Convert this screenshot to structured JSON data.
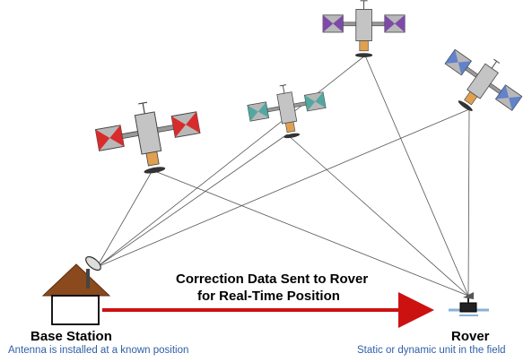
{
  "correction": {
    "line1": "Correction Data Sent to Rover",
    "line2": "for Real-Time Position"
  },
  "base_station": {
    "title": "Base Station",
    "subtitle": "Antenna is installed at a known position"
  },
  "rover": {
    "title": "Rover",
    "subtitle": "Static or dynamic unit in the field"
  },
  "colors": {
    "arrow": "#cc1111",
    "house_roof": "#8b4a1e",
    "text_blue": "#2e5fa6",
    "sat_body": "#b8b8b8",
    "panel_red": "#d92b2b",
    "panel_purple": "#7d4aa8",
    "panel_teal": "#3aa39a",
    "panel_blue": "#3d6bd0"
  }
}
